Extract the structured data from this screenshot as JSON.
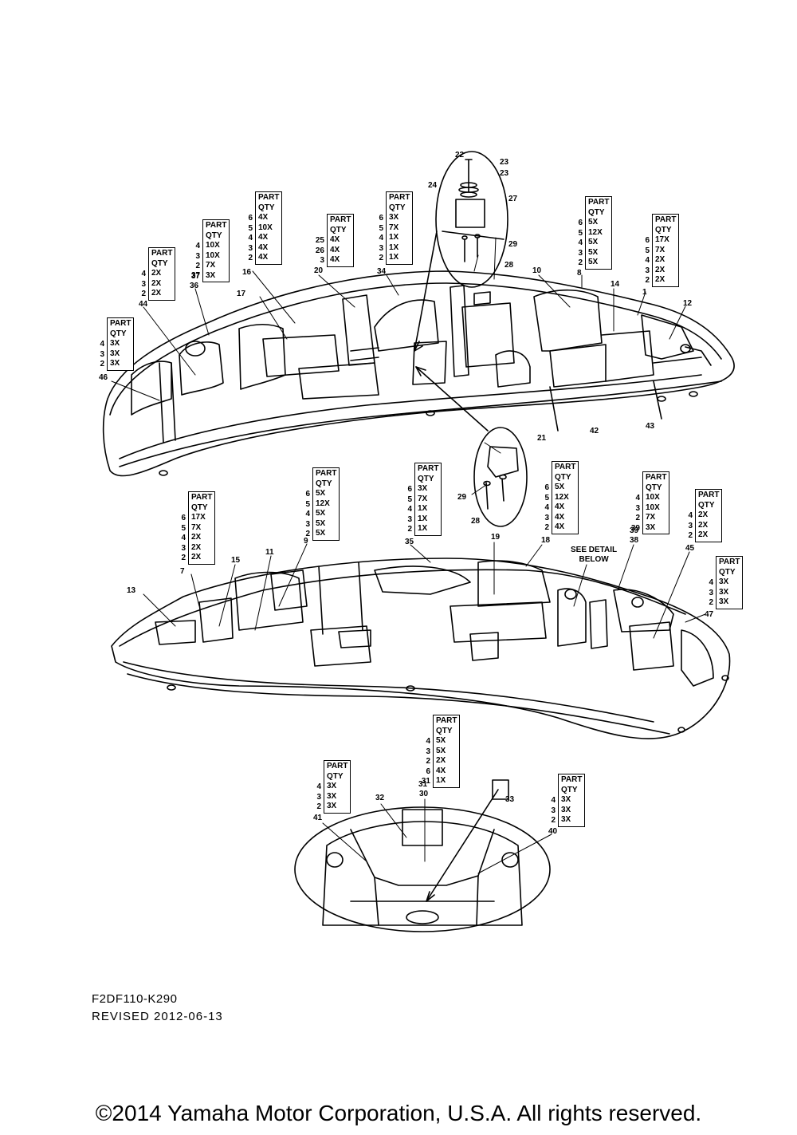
{
  "header_label": "PART",
  "qty_label": "QTY",
  "see_detail": [
    "SEE DETAIL",
    "BELOW"
  ],
  "drawing_code": "F2DF110-K290",
  "revised": "REVISED 2012-06-13",
  "copyright": "©2014 Yamaha Motor Corporation, U.S.A. All rights reserved.",
  "callouts": [
    "1",
    "7",
    "8",
    "9",
    "10",
    "11",
    "12",
    "13",
    "14",
    "15",
    "16",
    "17",
    "18",
    "19",
    "20",
    "21",
    "22",
    "23",
    "23",
    "24",
    "27",
    "28",
    "28",
    "29",
    "29",
    "30",
    "31",
    "32",
    "33",
    "34",
    "35",
    "36",
    "37",
    "38",
    "39",
    "40",
    "41",
    "42",
    "43",
    "44",
    "45",
    "46",
    "47"
  ],
  "qty_boxes": [
    {
      "id": "b1",
      "rows": [
        [
          "4",
          "3X"
        ],
        [
          "3",
          "3X"
        ],
        [
          "2",
          "3X"
        ]
      ]
    },
    {
      "id": "b2",
      "rows": [
        [
          "4",
          "2X"
        ],
        [
          "3",
          "2X"
        ],
        [
          "2",
          "2X"
        ]
      ]
    },
    {
      "id": "b3",
      "rows": [
        [
          "4",
          "10X"
        ],
        [
          "3",
          "10X"
        ],
        [
          "2",
          "7X"
        ],
        [
          "37",
          "3X"
        ]
      ]
    },
    {
      "id": "b4",
      "rows": [
        [
          "6",
          "4X"
        ],
        [
          "5",
          "10X"
        ],
        [
          "4",
          "4X"
        ],
        [
          "3",
          "4X"
        ],
        [
          "2",
          "4X"
        ]
      ]
    },
    {
      "id": "b5",
      "rows": [
        [
          "25",
          "4X"
        ],
        [
          "26",
          "4X"
        ],
        [
          "3",
          "4X"
        ]
      ]
    },
    {
      "id": "b6",
      "rows": [
        [
          "6",
          "3X"
        ],
        [
          "5",
          "7X"
        ],
        [
          "4",
          "1X"
        ],
        [
          "3",
          "1X"
        ],
        [
          "2",
          "1X"
        ]
      ]
    },
    {
      "id": "b7",
      "rows": [
        [
          "6",
          "5X"
        ],
        [
          "5",
          "12X"
        ],
        [
          "4",
          "5X"
        ],
        [
          "3",
          "5X"
        ],
        [
          "2",
          "5X"
        ]
      ]
    },
    {
      "id": "b8",
      "rows": [
        [
          "6",
          "17X"
        ],
        [
          "5",
          "7X"
        ],
        [
          "4",
          "2X"
        ],
        [
          "3",
          "2X"
        ],
        [
          "2",
          "2X"
        ]
      ]
    },
    {
      "id": "b9",
      "rows": [
        [
          "6",
          "17X"
        ],
        [
          "5",
          "7X"
        ],
        [
          "4",
          "2X"
        ],
        [
          "3",
          "2X"
        ],
        [
          "2",
          "2X"
        ]
      ]
    },
    {
      "id": "b10",
      "rows": [
        [
          "6",
          "5X"
        ],
        [
          "5",
          "12X"
        ],
        [
          "4",
          "5X"
        ],
        [
          "3",
          "5X"
        ],
        [
          "2",
          "5X"
        ]
      ]
    },
    {
      "id": "b11",
      "rows": [
        [
          "6",
          "3X"
        ],
        [
          "5",
          "7X"
        ],
        [
          "4",
          "1X"
        ],
        [
          "3",
          "1X"
        ],
        [
          "2",
          "1X"
        ]
      ]
    },
    {
      "id": "b12",
      "rows": [
        [
          "6",
          "5X"
        ],
        [
          "5",
          "12X"
        ],
        [
          "4",
          "4X"
        ],
        [
          "3",
          "4X"
        ],
        [
          "2",
          "4X"
        ]
      ]
    },
    {
      "id": "b13",
      "rows": [
        [
          "4",
          "10X"
        ],
        [
          "3",
          "10X"
        ],
        [
          "2",
          "7X"
        ],
        [
          "39",
          "3X"
        ]
      ]
    },
    {
      "id": "b14",
      "rows": [
        [
          "4",
          "2X"
        ],
        [
          "3",
          "2X"
        ],
        [
          "2",
          "2X"
        ]
      ]
    },
    {
      "id": "b15",
      "rows": [
        [
          "4",
          "3X"
        ],
        [
          "3",
          "3X"
        ],
        [
          "2",
          "3X"
        ]
      ]
    },
    {
      "id": "b16",
      "rows": [
        [
          "4",
          "5X"
        ],
        [
          "3",
          "5X"
        ],
        [
          "2",
          "2X"
        ],
        [
          "6",
          "4X"
        ],
        [
          "31",
          "1X"
        ]
      ]
    },
    {
      "id": "b17",
      "rows": [
        [
          "4",
          "3X"
        ],
        [
          "3",
          "3X"
        ],
        [
          "2",
          "3X"
        ]
      ]
    },
    {
      "id": "b18",
      "rows": [
        [
          "4",
          "3X"
        ],
        [
          "3",
          "3X"
        ],
        [
          "2",
          "3X"
        ]
      ]
    }
  ]
}
